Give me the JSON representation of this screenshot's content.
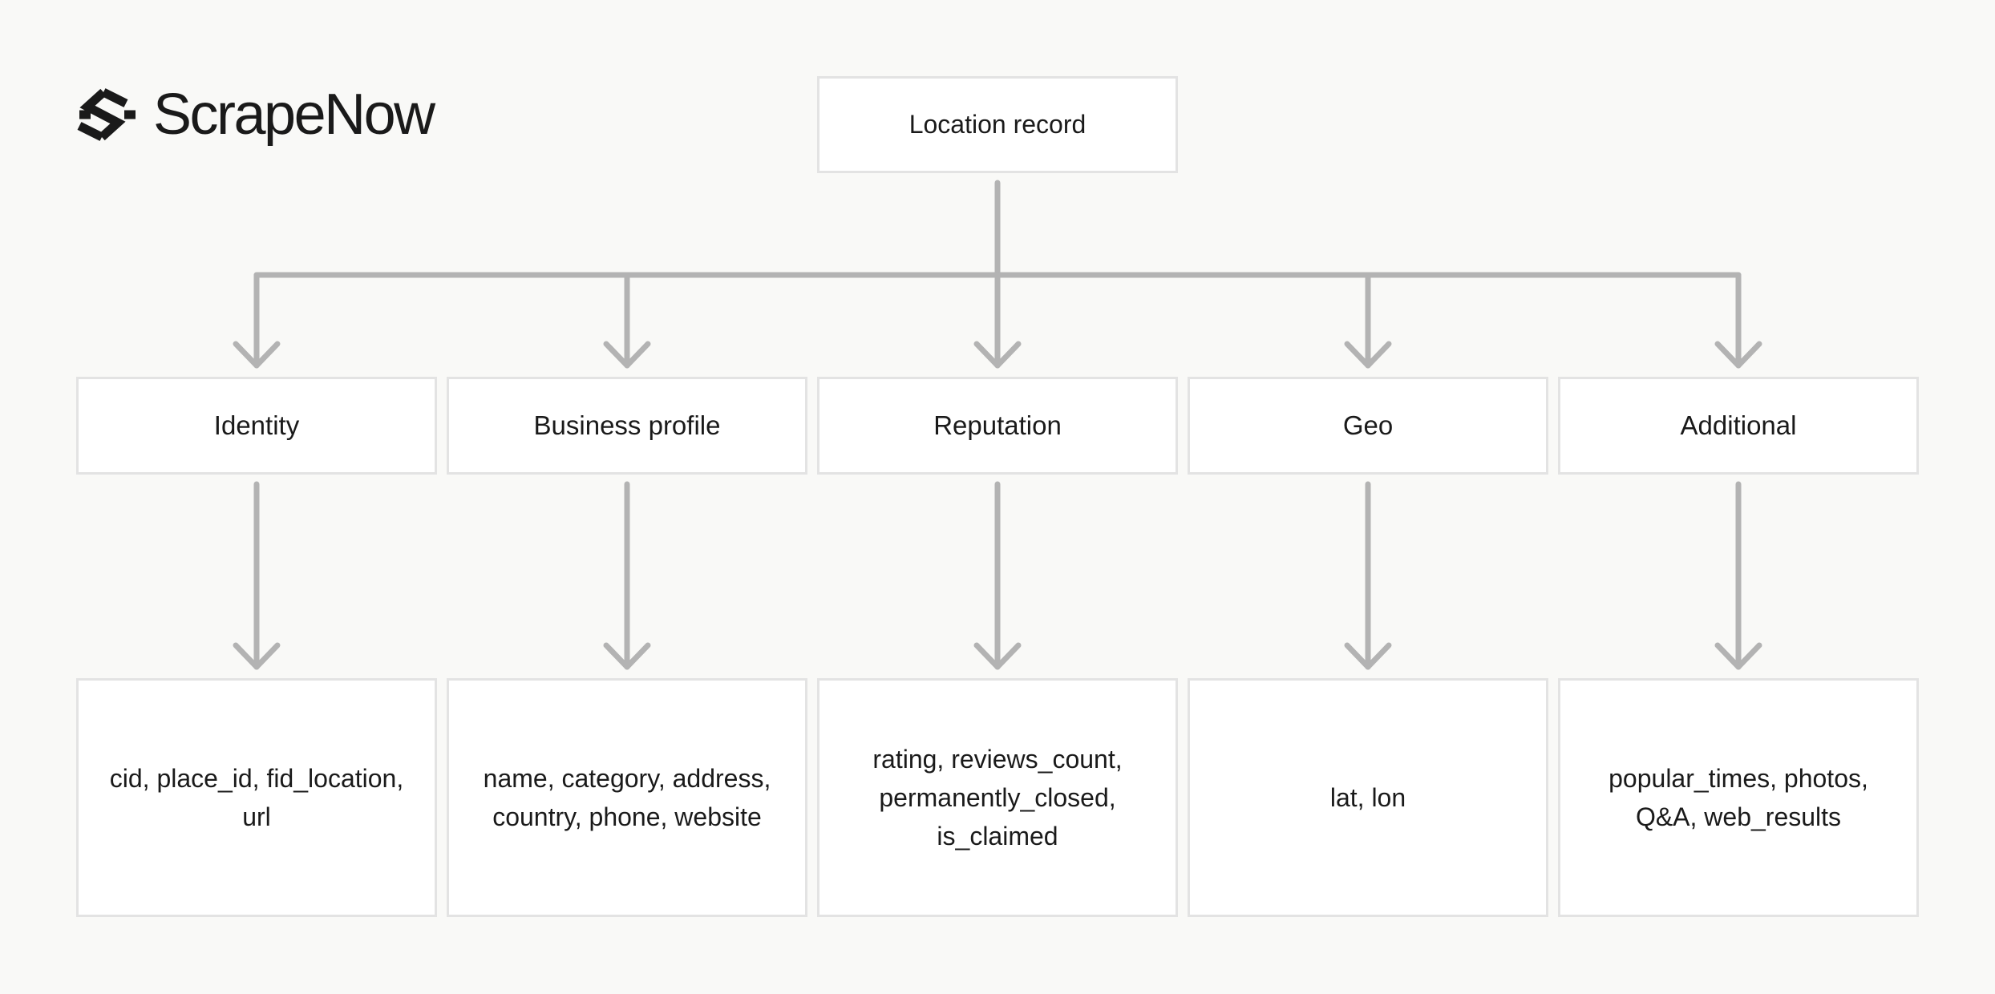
{
  "brand": {
    "name": "ScrapeNow",
    "logo_icon": "scrapenow-logo-icon"
  },
  "colors": {
    "background": "#f9f9f7",
    "node_fill": "#ffffff",
    "node_border": "#e3e3e3",
    "connector": "#b3b3b3",
    "text": "#1a1a1a"
  },
  "diagram": {
    "root": {
      "label": "Location record"
    },
    "categories": [
      {
        "label": "Identity",
        "fields": "cid, place_id, fid_location, url"
      },
      {
        "label": "Business profile",
        "fields": "name, category, address, country, phone, website"
      },
      {
        "label": "Reputation",
        "fields": "rating, reviews_count, permanently_closed, is_claimed"
      },
      {
        "label": "Geo",
        "fields": "lat, lon"
      },
      {
        "label": "Additional",
        "fields": "popular_times, photos, Q&A, web_results"
      }
    ]
  }
}
